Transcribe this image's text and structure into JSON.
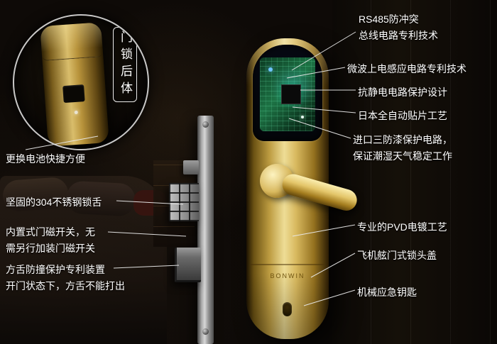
{
  "scene": {
    "inset_label": "门锁后体",
    "brand": "BONWIN",
    "colors": {
      "gold": "#d9ba60",
      "pcb_green": "#1d7244",
      "annotation_text": "#ffffff"
    }
  },
  "annotations": {
    "left": [
      {
        "line1": "更换电池快捷方便"
      },
      {
        "line1": "坚固的304不锈钢锁舌"
      },
      {
        "line1": "内置式门磁开关，无",
        "line2": "需另行加装门磁开关"
      },
      {
        "line1": "方舌防撞保护专利装置",
        "line2": "开门状态下，方舌不能打出"
      }
    ],
    "right": [
      {
        "line1": "RS485防冲突",
        "line2": "总线电路专利技术"
      },
      {
        "line1": "微波上电感应电路专利技术"
      },
      {
        "line1": "抗静电电路保护设计"
      },
      {
        "line1": "日本全自动贴片工艺"
      },
      {
        "line1": "进口三防漆保护电路，",
        "line2": "保证潮湿天气稳定工作"
      },
      {
        "line1": "专业的PVD电镀工艺"
      },
      {
        "line1": "飞机舷门式锁头盖"
      },
      {
        "line1": "机械应急钥匙"
      }
    ]
  }
}
